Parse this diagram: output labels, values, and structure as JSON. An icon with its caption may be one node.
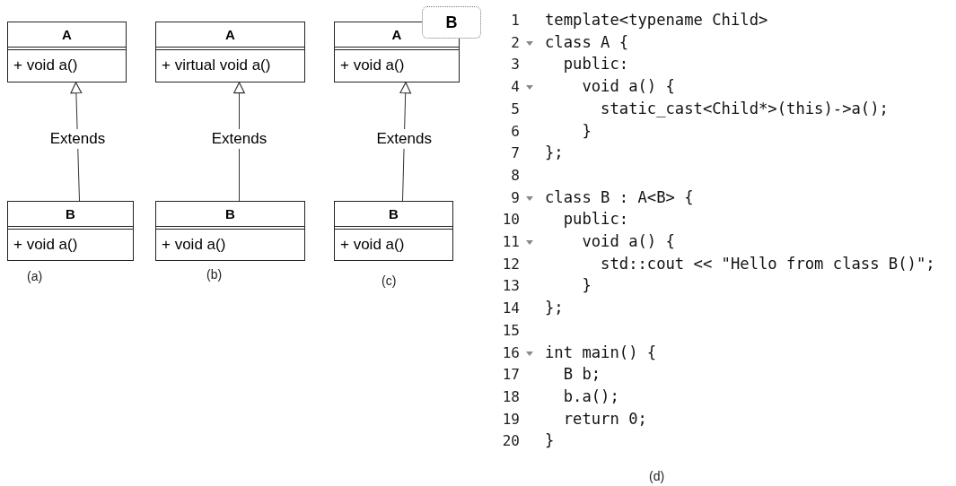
{
  "diagram": {
    "nodes": [
      {
        "text": [
          "A",
          "+ void a()"
        ]
      },
      {
        "text": [
          "A",
          "+ virtual void a()"
        ]
      },
      {
        "text": [
          "A",
          "+ void a()"
        ]
      },
      {
        "text": [
          "B"
        ]
      },
      {
        "text": [
          "B",
          "+ void a()"
        ]
      },
      {
        "text": [
          "B",
          "+ void a()"
        ]
      },
      {
        "text": [
          "B",
          "+ void a()"
        ]
      }
    ],
    "edges": [
      {
        "from": 4,
        "to": 0,
        "arrow": "to",
        "label": "Extends"
      },
      {
        "from": 5,
        "to": 1,
        "arrow": "to",
        "label": "Extends"
      },
      {
        "from": 6,
        "to": 2,
        "arrow": "to",
        "label": "Extends"
      }
    ],
    "labels": [
      "(a)",
      "(b)",
      "(c)",
      "1",
      "template<typename Child>",
      "2",
      "class A {",
      "3",
      "  public:",
      "4",
      "    void a() {",
      "5",
      "      static_cast<Child*>(this)->a();",
      "6",
      "    }",
      "7",
      "};",
      "8",
      "9",
      "class B : A<B> {",
      "10",
      "  public:",
      "11",
      "    void a() {",
      "12",
      "      std::cout << \"Hello from class B()\";",
      "13",
      "    }",
      "14",
      "};",
      "15",
      "16",
      "int main() {",
      "17",
      "  B b;",
      "18",
      "  b.a();",
      "19",
      "  return 0;",
      "20",
      "}",
      "(d)"
    ]
  }
}
